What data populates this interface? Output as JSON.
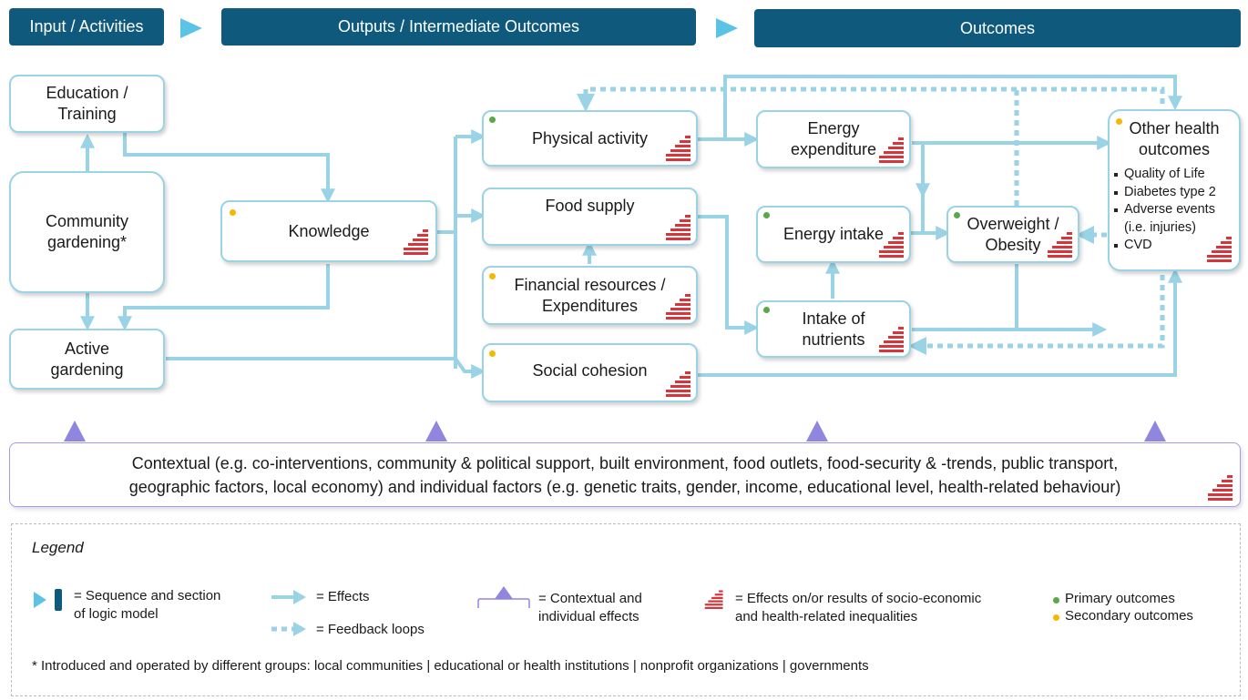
{
  "headers": {
    "input": "Input / Activities",
    "outputs": "Outputs / Intermediate Outcomes",
    "outcomes": "Outcomes"
  },
  "boxes": {
    "education": "Education /\nTraining",
    "community": "Community\ngardening*",
    "active": "Active\ngardening",
    "knowledge": "Knowledge",
    "physical": "Physical activity",
    "food": "Food supply",
    "financial": "Financial resources /\nExpenditures",
    "social": "Social cohesion",
    "energy_exp": "Energy\nexpenditure",
    "energy_intake": "Energy intake",
    "intake_nutrients": "Intake of\nnutrients",
    "overweight": "Overweight /\nObesity",
    "other_title": "Other health\noutcomes",
    "other_items": [
      "Quality of Life",
      "Diabetes type 2",
      "Adverse events\n(i.e. injuries)",
      "CVD"
    ]
  },
  "context_text": "Contextual (e.g. co-interventions, community & political support, built environment, food outlets, food-security & -trends, public transport,\ngeographic factors, local economy) and individual factors (e.g. genetic traits, gender, income, educational level, health-related behaviour)",
  "legend": {
    "title": "Legend",
    "sequence": "= Sequence and section\nof logic model",
    "effects": "= Effects",
    "feedback": "= Feedback loops",
    "contextual": "= Contextual and\nindividual effects",
    "inequalities": "= Effects on/or results of socio-economic\nand health-related inequalities",
    "primary": "Primary outcomes",
    "secondary": "Secondary outcomes",
    "footnote": "* Introduced and operated by different groups: local communities | educational or health institutions | nonprofit organizations | governments"
  },
  "colors": {
    "header": "#0f5a7c",
    "arrow": "#9ad3e6",
    "border": "#9ad3e6",
    "context": "#8f86e0",
    "inequality": "#d9343a",
    "primary": "#5aa84a",
    "secondary": "#f5b800"
  }
}
